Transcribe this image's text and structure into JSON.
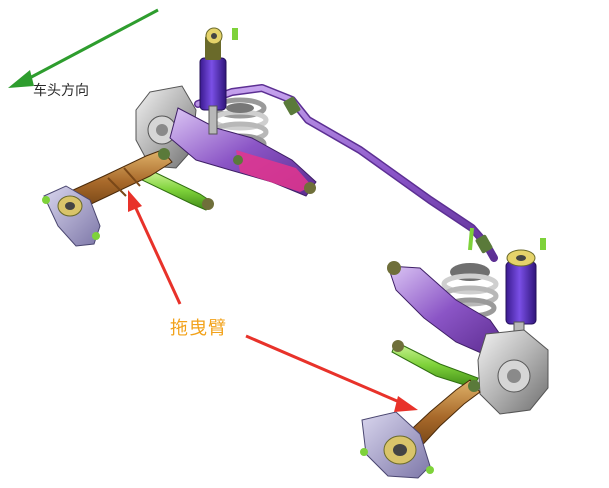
{
  "labels": {
    "direction": "车头方向",
    "trailing_arm": "拖曳臂"
  },
  "colors": {
    "direction_arrow": "#2e9d2e",
    "pointer_arrows": "#e8322a",
    "label_trailing": "#f2a21a",
    "stabilizer_bar": "#8a55c8",
    "shock_body": "#5b2dbf",
    "control_arm": "#7a48b8",
    "trailing_arm": "#b6762a",
    "toe_link": "#7ed23a",
    "knuckle": "#a9a9a9",
    "spring": "#c9c9c9",
    "brackets": "#8e86b9"
  },
  "icons": [
    "direction-arrow",
    "pointer-arrow"
  ]
}
